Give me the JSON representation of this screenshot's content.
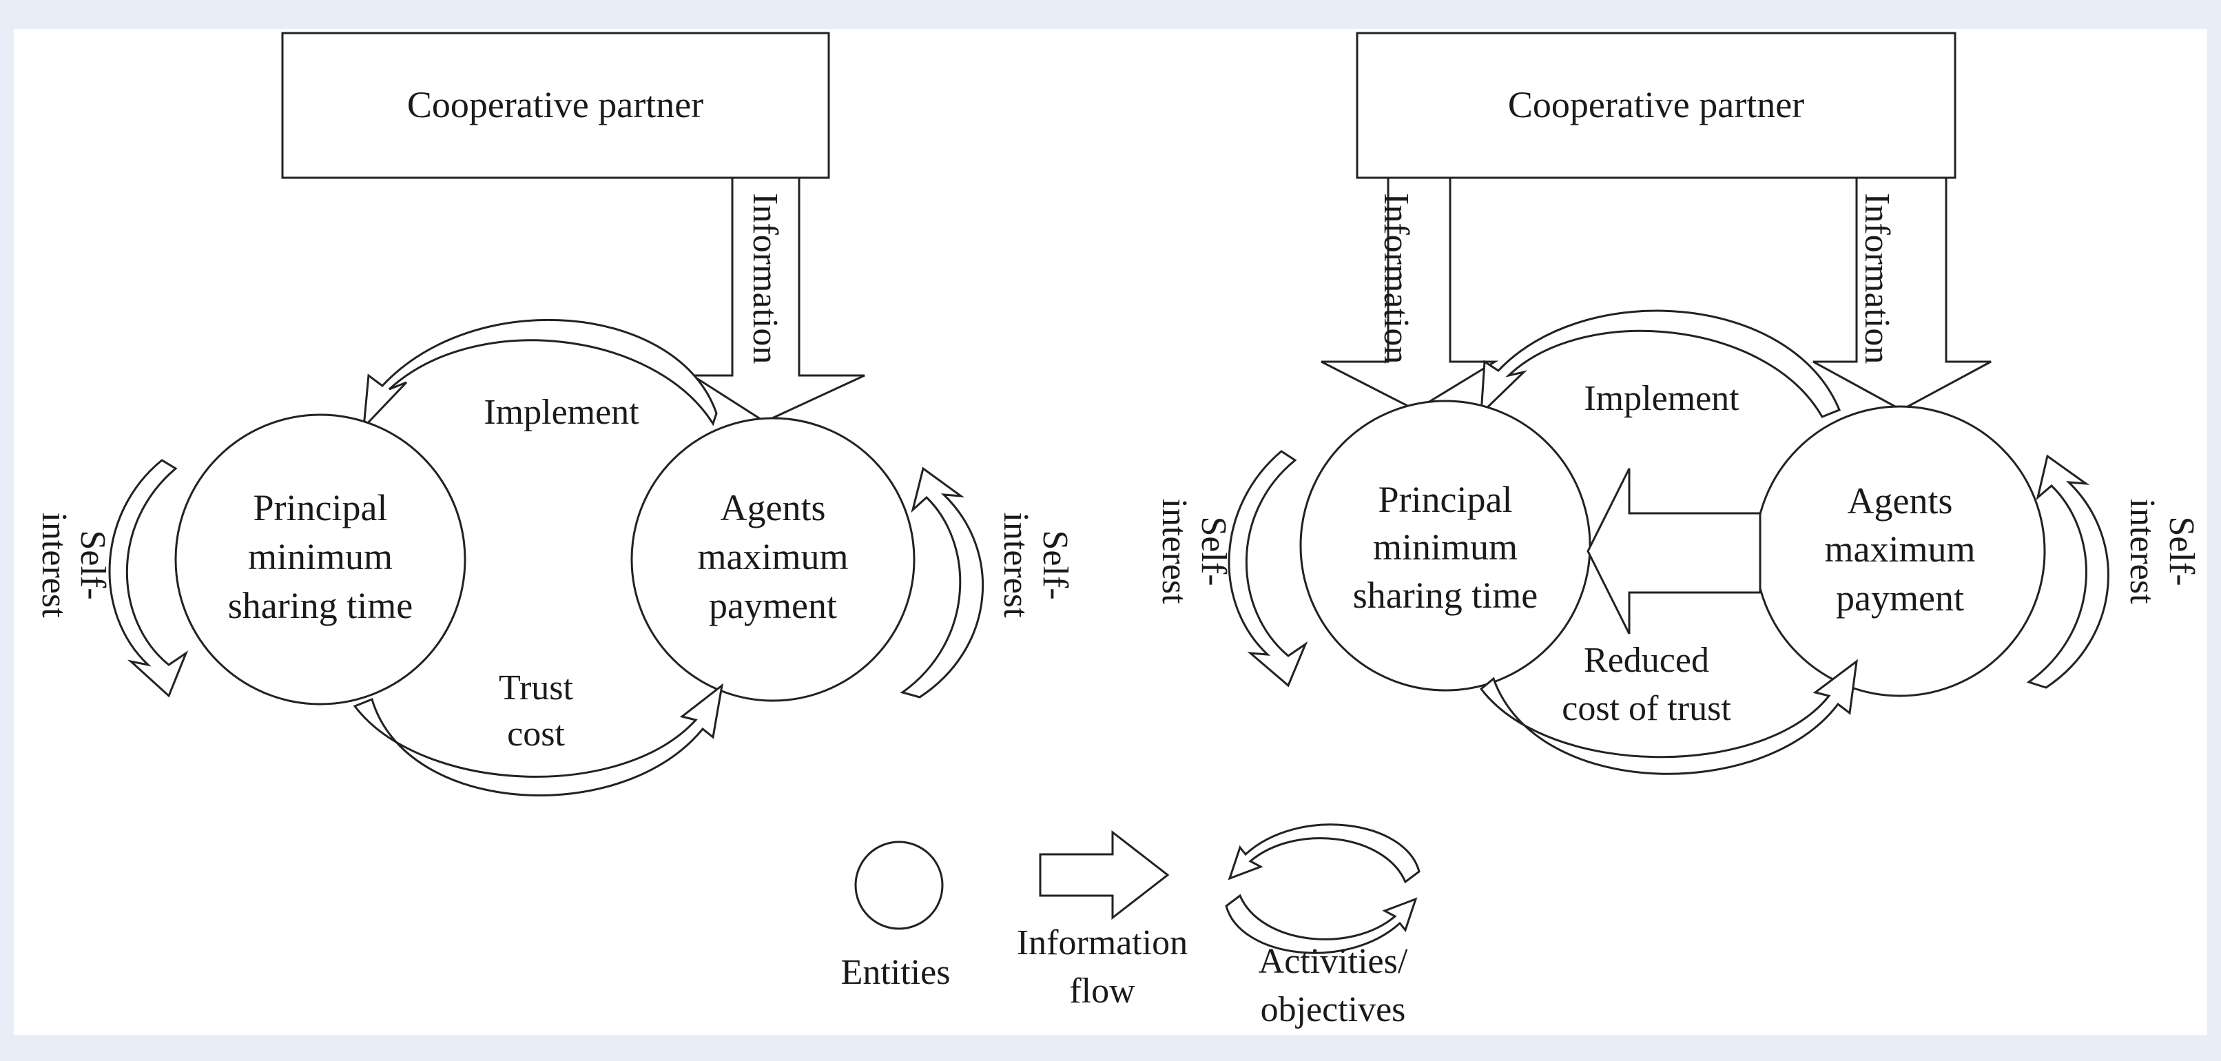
{
  "colors": {
    "frame": "#e9eef6",
    "stroke": "#222222",
    "fill": "#ffffff",
    "text": "#1a1a1a"
  },
  "left": {
    "partner": "Cooperative partner",
    "information": "Information",
    "implement": "Implement",
    "principal": [
      "Principal",
      "minimum",
      "sharing time"
    ],
    "agents": [
      "Agents",
      "maximum",
      "payment"
    ],
    "trust_cost": [
      "Trust",
      "cost"
    ],
    "self_interest_left": [
      "Self-",
      "interest"
    ],
    "self_interest_right": [
      "Self-",
      "interest"
    ]
  },
  "right": {
    "partner": "Cooperative partner",
    "information_left": "Information",
    "information_right": "Information",
    "implement": "Implement",
    "principal": [
      "Principal",
      "minimum",
      "sharing time"
    ],
    "agents": [
      "Agents",
      "maximum",
      "payment"
    ],
    "reduced_cost": [
      "Reduced",
      "cost of trust"
    ],
    "self_interest_left": [
      "Self-",
      "interest"
    ],
    "self_interest_right": [
      "Self-",
      "interest"
    ]
  },
  "legend": {
    "entities": "Entities",
    "information_flow": [
      "Information",
      "flow"
    ],
    "activities": [
      "Activities/",
      "objectives"
    ]
  }
}
